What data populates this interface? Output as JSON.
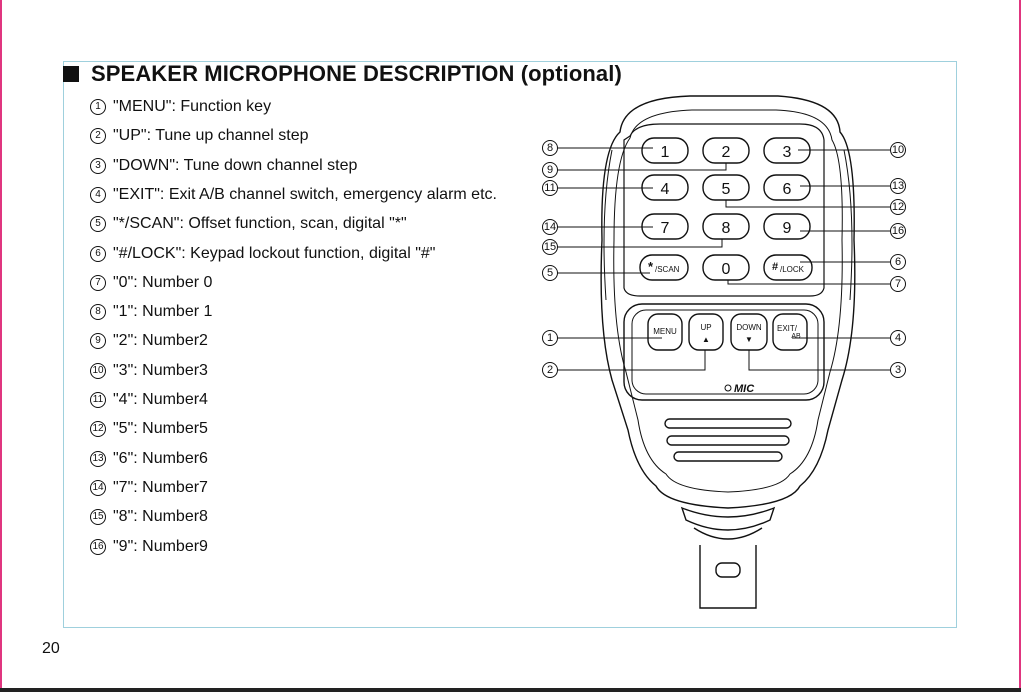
{
  "page": {
    "title": "SPEAKER MICROPHONE DESCRIPTION (optional)",
    "page_number": "20"
  },
  "descriptions": [
    {
      "num": "1",
      "text": "\"MENU\": Function key"
    },
    {
      "num": "2",
      "text": "\"UP\": Tune up channel step"
    },
    {
      "num": "3",
      "text": "\"DOWN\": Tune down channel step"
    },
    {
      "num": "4",
      "text": "\"EXIT\": Exit A/B channel switch, emergency alarm etc."
    },
    {
      "num": "5",
      "text": "\"*/SCAN\": Offset function, scan, digital \"*\""
    },
    {
      "num": "6",
      "text": "\"#/LOCK\": Keypad lockout function, digital \"#\""
    },
    {
      "num": "7",
      "text": "\"0\": Number 0"
    },
    {
      "num": "8",
      "text": "\"1\": Number 1"
    },
    {
      "num": "9",
      "text": "\"2\": Number2"
    },
    {
      "num": "10",
      "text": "\"3\": Number3"
    },
    {
      "num": "11",
      "text": "\"4\": Number4"
    },
    {
      "num": "12",
      "text": "\"5\": Number5"
    },
    {
      "num": "13",
      "text": "\"6\": Number6"
    },
    {
      "num": "14",
      "text": "\"7\": Number7"
    },
    {
      "num": "15",
      "text": "\"8\": Number8"
    },
    {
      "num": "16",
      "text": "\"9\": Number9"
    }
  ],
  "mic": {
    "keys": {
      "k1": "1",
      "k2": "2",
      "k3": "3",
      "k4": "4",
      "k5": "5",
      "k6": "6",
      "k7": "7",
      "k8": "8",
      "k9": "9",
      "k0": "0",
      "star_main": "*",
      "star_sub": "/SCAN",
      "hash_main": "#",
      "hash_sub": "/LOCK",
      "menu": "MENU",
      "up": "UP",
      "down": "DOWN",
      "exit_main": "EXIT/",
      "exit_sub": "AB",
      "up_arrow": "▲",
      "down_arrow": "▼"
    },
    "mic_label": "MIC",
    "callouts_left": [
      "8",
      "9",
      "11",
      "14",
      "15",
      "5",
      "1",
      "2"
    ],
    "callouts_right": [
      "10",
      "13",
      "12",
      "16",
      "6",
      "7",
      "4",
      "3"
    ]
  }
}
